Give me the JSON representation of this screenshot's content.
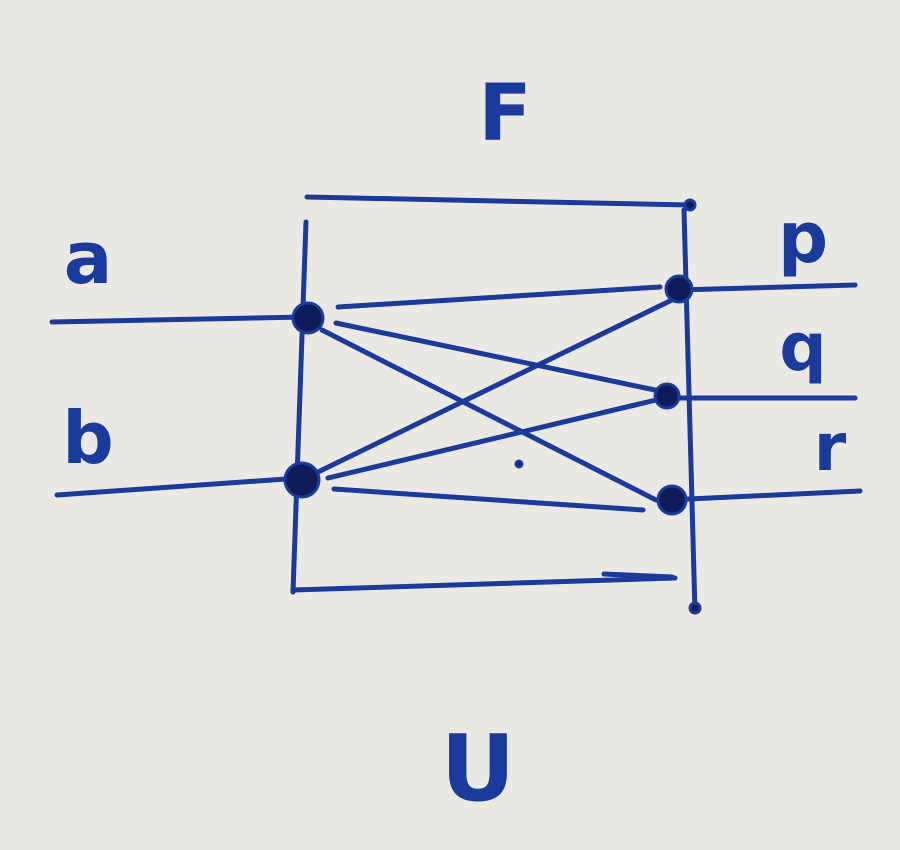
{
  "diagram": {
    "top_label": "F",
    "bottom_label": "U",
    "inputs": [
      {
        "id": "a",
        "label": "a"
      },
      {
        "id": "b",
        "label": "b"
      }
    ],
    "outputs": [
      {
        "id": "p",
        "label": "p"
      },
      {
        "id": "q",
        "label": "q"
      },
      {
        "id": "r",
        "label": "r"
      }
    ],
    "connections": [
      {
        "from": "a",
        "to": "p"
      },
      {
        "from": "a",
        "to": "q"
      },
      {
        "from": "a",
        "to": "r"
      },
      {
        "from": "b",
        "to": "p"
      },
      {
        "from": "b",
        "to": "q"
      },
      {
        "from": "b",
        "to": "r"
      }
    ],
    "colors": {
      "ink": "#1a3a9c",
      "node": "#101c5a",
      "paper": "#ebe9e3"
    }
  }
}
